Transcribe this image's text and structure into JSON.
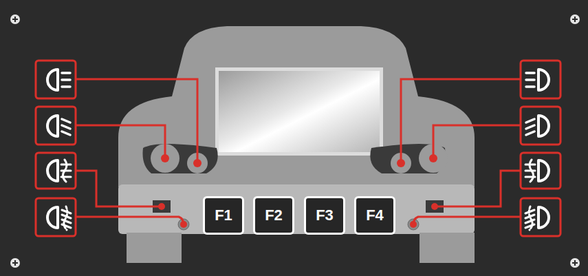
{
  "diagram": {
    "nodes": [
      {
        "text": [
          "F1"
        ]
      },
      {
        "text": [
          "F2"
        ]
      },
      {
        "text": [
          "F3"
        ]
      },
      {
        "text": [
          "F4"
        ]
      }
    ]
  }
}
